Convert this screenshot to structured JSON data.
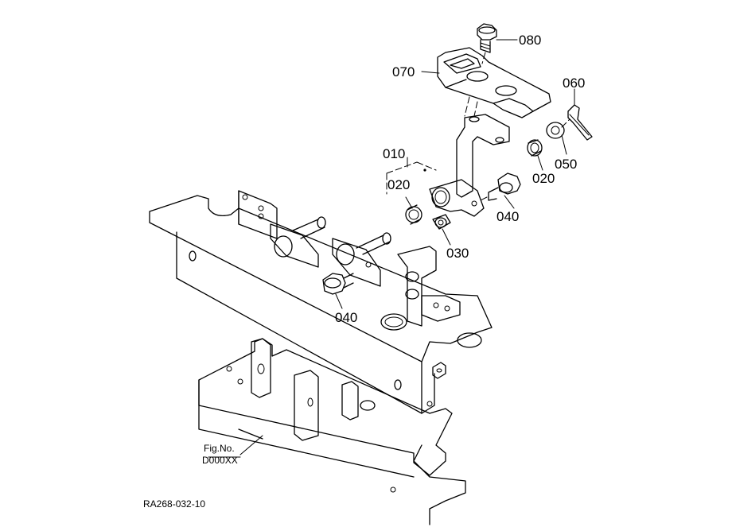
{
  "parts": {
    "p080": "080",
    "p070": "070",
    "p060": "060",
    "p050": "050",
    "p020a": "020",
    "p020b": "020",
    "p010": "010",
    "p040a": "040",
    "p030": "030",
    "p040b": "040"
  },
  "figure": {
    "fig_no_label": "Fig.No.",
    "fig_no_value": "D000XX",
    "drawing_code": "RA268-032-10"
  }
}
